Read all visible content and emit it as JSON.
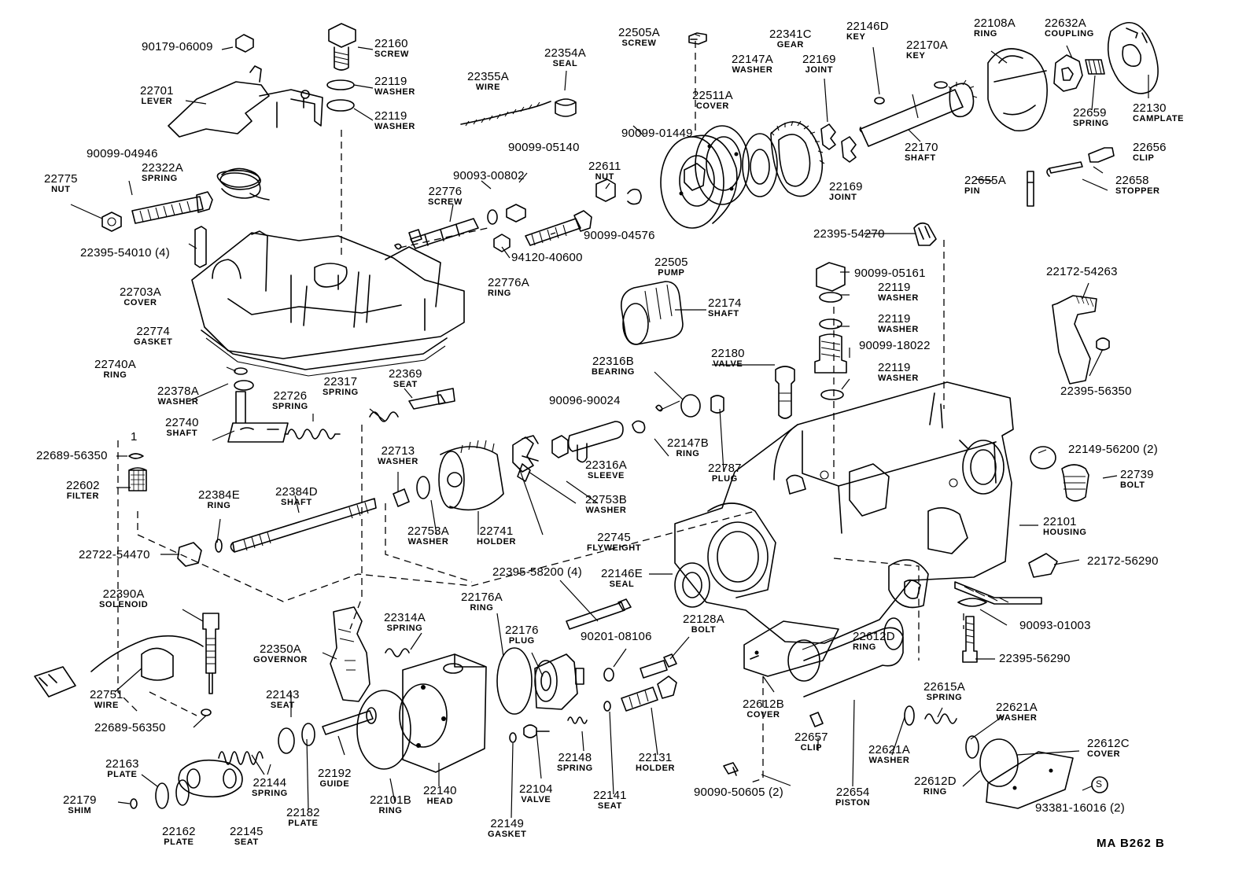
{
  "parts": [
    {
      "id": "p1",
      "number": "90179-06009",
      "name": ""
    },
    {
      "id": "p2",
      "number": "22160",
      "name": "SCREW"
    },
    {
      "id": "p3",
      "number": "22119",
      "name": "WASHER"
    },
    {
      "id": "p4",
      "number": "22119",
      "name": "WASHER"
    },
    {
      "id": "p5",
      "number": "22701",
      "name": "LEVER"
    },
    {
      "id": "p6",
      "number": "22355A",
      "name": "WIRE"
    },
    {
      "id": "p7",
      "number": "22354A",
      "name": "SEAL"
    },
    {
      "id": "p8",
      "number": "22505A",
      "name": "SCREW"
    },
    {
      "id": "p9",
      "number": "22341C",
      "name": "GEAR"
    },
    {
      "id": "p10",
      "number": "22146D",
      "name": "KEY"
    },
    {
      "id": "p11",
      "number": "22108A",
      "name": "RING"
    },
    {
      "id": "p12",
      "number": "22632A",
      "name": "COUPLING"
    },
    {
      "id": "p13",
      "number": "22147A",
      "name": "WASHER"
    },
    {
      "id": "p14",
      "number": "22169",
      "name": "JOINT"
    },
    {
      "id": "p15",
      "number": "22170A",
      "name": "KEY"
    },
    {
      "id": "p16",
      "number": "22511A",
      "name": "COVER"
    },
    {
      "id": "p17",
      "number": "22659",
      "name": "SPRING"
    },
    {
      "id": "p18",
      "number": "22130",
      "name": "CAMPLATE"
    },
    {
      "id": "p19",
      "number": "90099-04946",
      "name": ""
    },
    {
      "id": "p20",
      "number": "22322A",
      "name": "SPRING"
    },
    {
      "id": "p21",
      "number": "22775",
      "name": "NUT"
    },
    {
      "id": "p22",
      "number": "90099-05140",
      "name": ""
    },
    {
      "id": "p23",
      "number": "90099-01449",
      "name": ""
    },
    {
      "id": "p24",
      "number": "22170",
      "name": "SHAFT"
    },
    {
      "id": "p25",
      "number": "22656",
      "name": "CLIP"
    },
    {
      "id": "p26",
      "number": "90093-00802",
      "name": ""
    },
    {
      "id": "p27",
      "number": "22611",
      "name": "NUT"
    },
    {
      "id": "p28",
      "number": "22169",
      "name": "JOINT"
    },
    {
      "id": "p29",
      "number": "22658",
      "name": "STOPPER"
    },
    {
      "id": "p30",
      "number": "22776",
      "name": "SCREW"
    },
    {
      "id": "p31",
      "number": "22655A",
      "name": "PIN"
    },
    {
      "id": "p32",
      "number": "22395-54010 (4)",
      "name": ""
    },
    {
      "id": "p33",
      "number": "90099-04576",
      "name": ""
    },
    {
      "id": "p34",
      "number": "22395-54270",
      "name": ""
    },
    {
      "id": "p35",
      "number": "94120-40600",
      "name": ""
    },
    {
      "id": "p36",
      "number": "22505",
      "name": "PUMP"
    },
    {
      "id": "p37",
      "number": "22172-54263",
      "name": ""
    },
    {
      "id": "p38",
      "number": "90099-05161",
      "name": ""
    },
    {
      "id": "p39",
      "number": "22703A",
      "name": "COVER"
    },
    {
      "id": "p40",
      "number": "22776A",
      "name": "RING"
    },
    {
      "id": "p41",
      "number": "22119",
      "name": "WASHER"
    },
    {
      "id": "p42",
      "number": "22174",
      "name": "SHAFT"
    },
    {
      "id": "p43",
      "number": "22774",
      "name": "GASKET"
    },
    {
      "id": "p44",
      "number": "22119",
      "name": "WASHER"
    },
    {
      "id": "p45",
      "number": "90099-18022",
      "name": ""
    },
    {
      "id": "p46",
      "number": "22180",
      "name": "VALVE"
    },
    {
      "id": "p47",
      "number": "22740A",
      "name": "RING"
    },
    {
      "id": "p48",
      "number": "22316B",
      "name": "BEARING"
    },
    {
      "id": "p49",
      "number": "22119",
      "name": "WASHER"
    },
    {
      "id": "p50",
      "number": "22395-56350",
      "name": ""
    },
    {
      "id": "p51",
      "number": "22369",
      "name": "SEAT"
    },
    {
      "id": "p52",
      "number": "22317",
      "name": "SPRING"
    },
    {
      "id": "p53",
      "number": "22378A",
      "name": "WASHER"
    },
    {
      "id": "p54",
      "number": "22726",
      "name": "SPRING"
    },
    {
      "id": "p55",
      "number": "90096-90024",
      "name": ""
    },
    {
      "id": "p56",
      "number": "22740",
      "name": "SHAFT"
    },
    {
      "id": "p57",
      "number": "22147B",
      "name": "RING"
    },
    {
      "id": "p58",
      "number": "22787",
      "name": "PLUG"
    },
    {
      "id": "p59",
      "number": "22316A",
      "name": "SLEEVE"
    },
    {
      "id": "p60",
      "number": "22149-56200 (2)",
      "name": ""
    },
    {
      "id": "p61",
      "number": "22689-56350",
      "name": ""
    },
    {
      "id": "p62",
      "number": "22713",
      "name": "WASHER"
    },
    {
      "id": "p63",
      "number": "22739",
      "name": "BOLT"
    },
    {
      "id": "p64",
      "number": "22602",
      "name": "FILTER"
    },
    {
      "id": "p65",
      "number": "22753B",
      "name": "WASHER"
    },
    {
      "id": "p66",
      "number": "22384E",
      "name": "RING"
    },
    {
      "id": "p67",
      "number": "22384D",
      "name": "SHAFT"
    },
    {
      "id": "p68",
      "number": "22101",
      "name": "HOUSING"
    },
    {
      "id": "p69",
      "number": "22753A",
      "name": "WASHER"
    },
    {
      "id": "p70",
      "number": "22741",
      "name": "HOLDER"
    },
    {
      "id": "p71",
      "number": "22745",
      "name": "FLYWEIGHT"
    },
    {
      "id": "p72",
      "number": "22722-54470",
      "name": ""
    },
    {
      "id": "p73",
      "number": "22172-56290",
      "name": ""
    },
    {
      "id": "p74",
      "number": "22395-58200 (4)",
      "name": ""
    },
    {
      "id": "p75",
      "number": "22146E",
      "name": "SEAL"
    },
    {
      "id": "p76",
      "number": "22390A",
      "name": "SOLENOID"
    },
    {
      "id": "p77",
      "number": "22176A",
      "name": "RING"
    },
    {
      "id": "p78",
      "number": "22314A",
      "name": "SPRING"
    },
    {
      "id": "p79",
      "number": "22128A",
      "name": "BOLT"
    },
    {
      "id": "p80",
      "number": "90093-01003",
      "name": ""
    },
    {
      "id": "p81",
      "number": "22176",
      "name": "PLUG"
    },
    {
      "id": "p82",
      "number": "90201-08106",
      "name": ""
    },
    {
      "id": "p83",
      "number": "22350A",
      "name": "GOVERNOR"
    },
    {
      "id": "p84",
      "number": "22612D",
      "name": "RING"
    },
    {
      "id": "p85",
      "number": "22395-56290",
      "name": ""
    },
    {
      "id": "p86",
      "number": "22751",
      "name": "WIRE"
    },
    {
      "id": "p87",
      "number": "22143",
      "name": "SEAT"
    },
    {
      "id": "p88",
      "number": "22689-56350",
      "name": ""
    },
    {
      "id": "p89",
      "number": "22612B",
      "name": "COVER"
    },
    {
      "id": "p90",
      "number": "22615A",
      "name": "SPRING"
    },
    {
      "id": "p91",
      "number": "22621A",
      "name": "WASHER"
    },
    {
      "id": "p92",
      "number": "22657",
      "name": "CLIP"
    },
    {
      "id": "p93",
      "number": "22621A",
      "name": "WASHER"
    },
    {
      "id": "p94",
      "number": "22163",
      "name": "PLATE"
    },
    {
      "id": "p95",
      "number": "22144",
      "name": "SPRING"
    },
    {
      "id": "p96",
      "number": "22192",
      "name": "GUIDE"
    },
    {
      "id": "p97",
      "number": "22148",
      "name": "SPRING"
    },
    {
      "id": "p98",
      "number": "22131",
      "name": "HOLDER"
    },
    {
      "id": "p99",
      "number": "22612C",
      "name": "COVER"
    },
    {
      "id": "p100",
      "number": "22179",
      "name": "SHIM"
    },
    {
      "id": "p101",
      "number": "22182",
      "name": "PLATE"
    },
    {
      "id": "p102",
      "number": "22140",
      "name": "HEAD"
    },
    {
      "id": "p103",
      "number": "22101B",
      "name": "RING"
    },
    {
      "id": "p104",
      "number": "22104",
      "name": "VALVE"
    },
    {
      "id": "p105",
      "number": "22141",
      "name": "SEAT"
    },
    {
      "id": "p106",
      "number": "22654",
      "name": "PISTON"
    },
    {
      "id": "p107",
      "number": "22612D",
      "name": "RING"
    },
    {
      "id": "p108",
      "number": "22162",
      "name": "PLATE"
    },
    {
      "id": "p109",
      "number": "22145",
      "name": "SEAT"
    },
    {
      "id": "p110",
      "number": "22149",
      "name": "GASKET"
    },
    {
      "id": "p111",
      "number": "90090-50605 (2)",
      "name": ""
    },
    {
      "id": "p112",
      "number": "93381-16016 (2)",
      "name": ""
    }
  ],
  "marks": {
    "ref_mark": "1",
    "s_symbol": "S"
  },
  "drawing_code": "MA  B262 B"
}
